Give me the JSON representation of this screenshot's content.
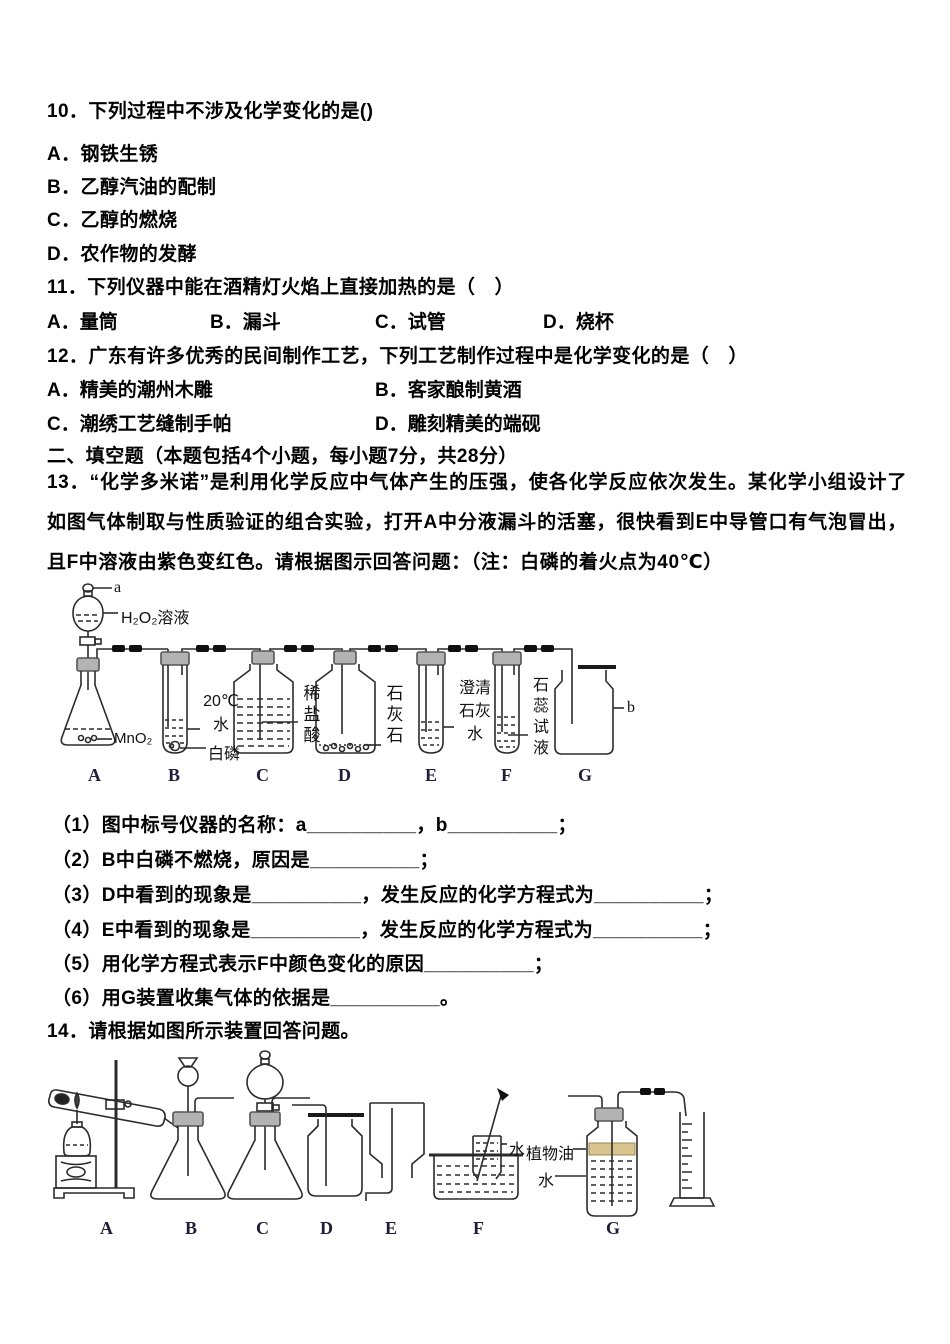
{
  "page": {
    "background": "#ffffff",
    "text_color": "#000000"
  },
  "q10": {
    "stem": "10．下列过程中不涉及化学变化的是()",
    "options": [
      "A．钢铁生锈",
      "B．乙醇汽油的配制",
      "C．乙醇的燃烧",
      "D．农作物的发酵"
    ]
  },
  "q11": {
    "stem": "11．下列仪器中能在酒精灯火焰上直接加热的是（　）",
    "options": [
      "A．量筒",
      "B．漏斗",
      "C．试管",
      "D．烧杯"
    ]
  },
  "q12": {
    "stem": "12．广东有许多优秀的民间制作工艺，下列工艺制作过程中是化学变化的是（　）",
    "options": [
      "A．精美的潮州木雕",
      "B．客家酿制黄酒",
      "C．潮绣工艺缝制手帕",
      "D．雕刻精美的端砚"
    ]
  },
  "section2": {
    "title": "二、填空题（本题包括4个小题，每小题7分，共28分）"
  },
  "q13": {
    "stem": "13．“化学多米诺”是利用化学反应中气体产生的压强，使各化学反应依次发生。某化学小组设计了如图气体制取与性质验证的组合实验，打开A中分液漏斗的活塞，很快看到E中导管口有气泡冒出，且F中溶液由紫色变红色。请根据图示回答问题：（注：白磷的着火点为40℃）",
    "diagram": {
      "pointer_a": "a",
      "h2o2": "H₂O₂溶液",
      "mno2": "MnO₂",
      "temp": "20℃",
      "water": "水",
      "white_phosphorus": "白磷",
      "dilute_hcl": "稀盐酸",
      "limestone": "石灰石",
      "limewater": "澄清石灰水",
      "litmus": "石蕊试液",
      "pointer_b": "b",
      "letters": [
        "A",
        "B",
        "C",
        "D",
        "E",
        "F",
        "G"
      ]
    },
    "subquestions": [
      "（1）图中标号仪器的名称：a__________，b__________；",
      "（2）B中白磷不燃烧，原因是__________；",
      "（3）D中看到的现象是__________，发生反应的化学方程式为__________；",
      "（4）E中看到的现象是__________，发生反应的化学方程式为__________；",
      "（5）用化学方程式表示F中颜色变化的原因__________；",
      "（6）用G装置收集气体的依据是__________。"
    ]
  },
  "q14": {
    "stem": "14．请根据如图所示装置回答问题。",
    "diagram": {
      "water_f": "水",
      "vegetable_oil": "植物油",
      "water_g": "水",
      "oil_color": "#d9c48e",
      "letters": [
        "A",
        "B",
        "C",
        "D",
        "E",
        "F",
        "G"
      ]
    }
  }
}
